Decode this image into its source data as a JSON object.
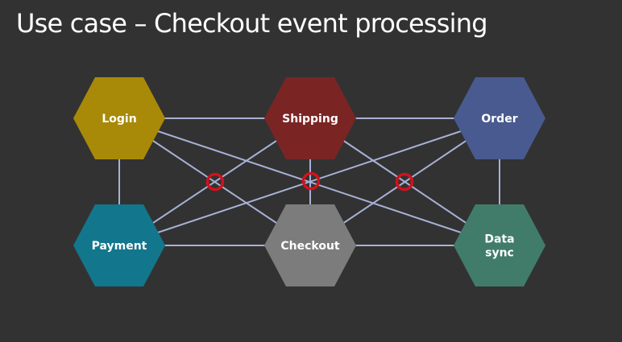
{
  "title": "Use case – Checkout event processing",
  "colors": {
    "background": "#333232",
    "connector": "#a6b2d6",
    "conflict_marker": "#d0131d"
  },
  "nodes": [
    {
      "id": "login",
      "label": [
        "Login"
      ],
      "color": "#a88a08"
    },
    {
      "id": "shipping",
      "label": [
        "Shipping"
      ],
      "color": "#7a2524"
    },
    {
      "id": "order",
      "label": [
        "Order"
      ],
      "color": "#485a8f"
    },
    {
      "id": "payment",
      "label": [
        "Payment"
      ],
      "color": "#12768c"
    },
    {
      "id": "checkout",
      "label": [
        "Checkout"
      ],
      "color": "#7c7c7c"
    },
    {
      "id": "data-sync",
      "label": [
        "Data",
        "sync"
      ],
      "color": "#417c6a"
    }
  ],
  "edges": [
    [
      "login",
      "shipping"
    ],
    [
      "shipping",
      "order"
    ],
    [
      "payment",
      "checkout"
    ],
    [
      "checkout",
      "data-sync"
    ],
    [
      "login",
      "payment"
    ],
    [
      "shipping",
      "checkout"
    ],
    [
      "order",
      "data-sync"
    ],
    [
      "login",
      "checkout"
    ],
    [
      "login",
      "data-sync"
    ],
    [
      "shipping",
      "payment"
    ],
    [
      "shipping",
      "data-sync"
    ],
    [
      "order",
      "payment"
    ],
    [
      "order",
      "checkout"
    ]
  ],
  "conflict_markers": [
    {
      "between": [
        "login",
        "shipping",
        "payment",
        "checkout"
      ]
    },
    {
      "between": [
        "shipping",
        "checkout"
      ]
    },
    {
      "between": [
        "shipping",
        "order",
        "checkout",
        "data-sync"
      ]
    }
  ]
}
